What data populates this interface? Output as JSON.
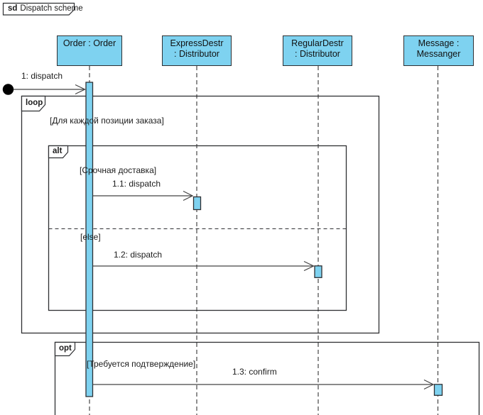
{
  "colors": {
    "element_fill": "#7ed2f0",
    "element_border": "#2f3033",
    "line_color": "#454545"
  },
  "frame": {
    "keyword": "sd",
    "title": "Dispatch scheme"
  },
  "lifelines": [
    {
      "name": "Order : Order",
      "line2": ""
    },
    {
      "name": "ExpressDestr",
      "line2": ": Distributor"
    },
    {
      "name": "RegularDestr",
      "line2": ": Distributor"
    },
    {
      "name": "Message :",
      "line2": "Messanger"
    }
  ],
  "fragments": [
    {
      "operator": "loop",
      "guard": "[Для каждой позиции заказа]"
    },
    {
      "operator": "alt",
      "guards": [
        "[Срочная доставка]",
        "[else]"
      ]
    },
    {
      "operator": "opt",
      "guard": "[Требуется подтверждение]"
    }
  ],
  "messages": [
    {
      "label": "1: dispatch",
      "from": "found",
      "to": "Order : Order"
    },
    {
      "label": "1.1: dispatch",
      "from": "Order : Order",
      "to": "ExpressDestr : Distributor"
    },
    {
      "label": "1.2: dispatch",
      "from": "Order : Order",
      "to": "RegularDestr : Distributor"
    },
    {
      "label": "1.3: confirm",
      "from": "Order : Order",
      "to": "Message : Messanger"
    }
  ]
}
